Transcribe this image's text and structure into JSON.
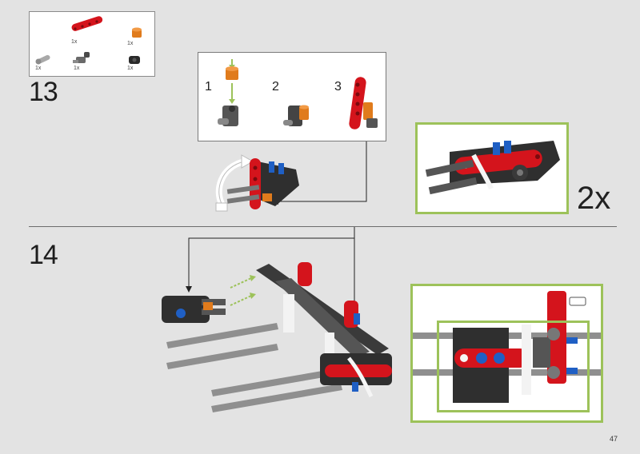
{
  "page": {
    "number": "47"
  },
  "step13": {
    "number": "13",
    "parts": [
      {
        "qty": "1x",
        "name": "red-liftarm"
      },
      {
        "qty": "1x",
        "name": "orange-axle-connector"
      },
      {
        "qty": "1x",
        "name": "grey-pin"
      },
      {
        "qty": "1x",
        "name": "dark-grey-connector"
      },
      {
        "qty": "1x",
        "name": "black-connector"
      }
    ],
    "substeps": [
      {
        "number": "1"
      },
      {
        "number": "2"
      },
      {
        "number": "3"
      }
    ],
    "multiplier": "2x"
  },
  "step14": {
    "number": "14"
  },
  "colors": {
    "red": "#d4141c",
    "orange": "#e07b1c",
    "blue": "#1f5fc4",
    "dark_grey": "#3b3b3b",
    "light_grey": "#a9a9a9",
    "callout_border": "#9dc25a",
    "background": "#e3e3e3"
  }
}
